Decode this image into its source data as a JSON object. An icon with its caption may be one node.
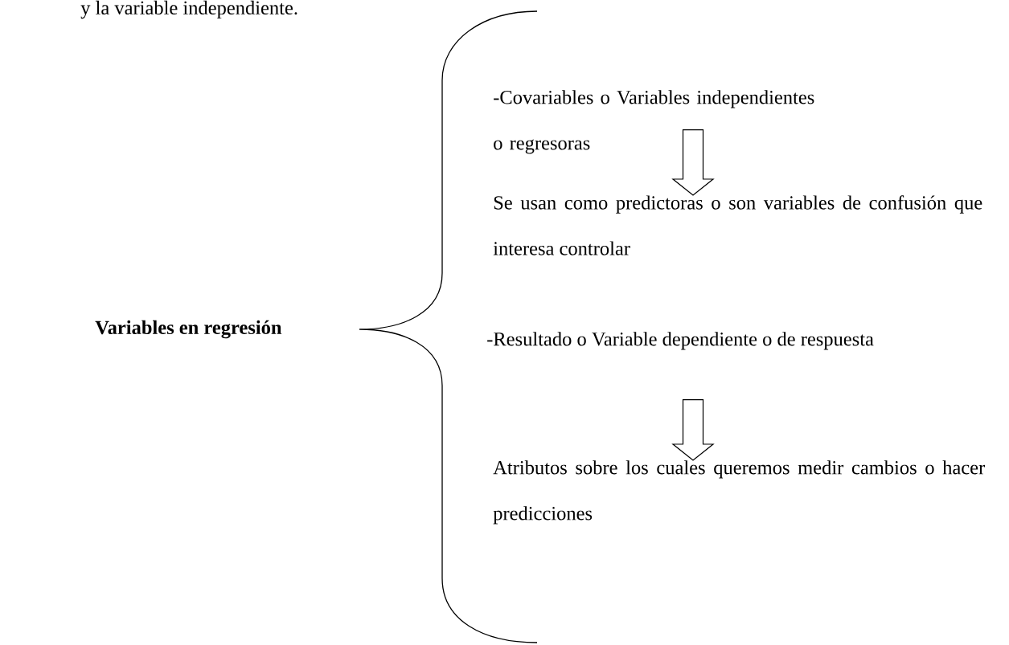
{
  "diagram": {
    "nodes": [
      {
        "text": [
          "Variables en regresión"
        ]
      },
      {
        "text": [
          "-Covariables o Variables independientes o regresoras"
        ]
      },
      {
        "text": [
          "Se usan como predictoras o son variables de confusión que interesa controlar"
        ]
      },
      {
        "text": [
          "-Resultado o Variable dependiente o de respuesta"
        ]
      },
      {
        "text": [
          "Atributos sobre los cuales queremos medir cambios o hacer predicciones"
        ]
      }
    ],
    "edges": [
      {
        "from": 1,
        "to": 2,
        "arrow": "to"
      },
      {
        "from": 3,
        "to": 4,
        "arrow": "to"
      }
    ],
    "labels": [
      "y la variable independiente."
    ]
  }
}
